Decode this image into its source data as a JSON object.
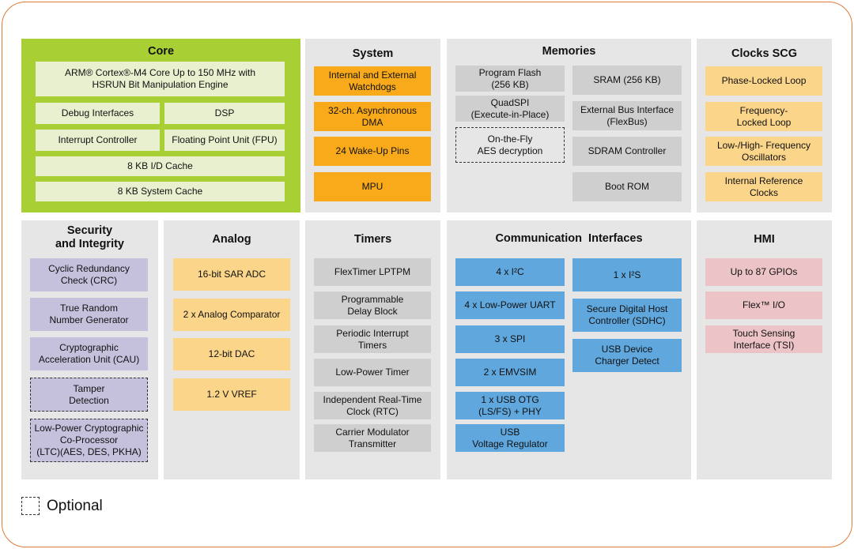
{
  "core": {
    "title": "Core",
    "boxes": [
      "ARM® Cortex®-M4 Core Up to 150 MHz with\nHSRUN Bit Manipulation Engine",
      "Debug Interfaces",
      "DSP",
      "Interrupt Controller",
      "Floating Point Unit (FPU)",
      "8 KB I/D Cache",
      "8 KB System Cache"
    ]
  },
  "system": {
    "title": "System",
    "boxes": [
      "Internal and External\nWatchdogs",
      "32-ch. Asynchronous\nDMA",
      "24 Wake-Up Pins",
      "MPU"
    ]
  },
  "memories": {
    "title": "Memories",
    "boxes": [
      "Program Flash\n(256 KB)",
      "QuadSPI\n(Execute-in-Place)",
      "On-the-Fly\nAES decryption",
      "SRAM (256 KB)",
      "External Bus Interface\n(FlexBus)",
      "SDRAM Controller",
      "Boot ROM"
    ]
  },
  "clocks": {
    "title": "Clocks SCG",
    "boxes": [
      "Phase-Locked Loop",
      "Frequency-\nLocked Loop",
      "Low-/High- Frequency\nOscillators",
      "Internal Reference\nClocks"
    ]
  },
  "security": {
    "title": "Security\nand Integrity",
    "boxes": [
      "Cyclic Redundancy\nCheck (CRC)",
      "True Random\nNumber Generator",
      "Cryptographic\nAcceleration Unit (CAU)",
      "Tamper\nDetection",
      "Low-Power Cryptographic\nCo-Processor\n(LTC)(AES, DES, PKHA)"
    ]
  },
  "analog": {
    "title": "Analog",
    "boxes": [
      "16-bit SAR ADC",
      "2 x Analog Comparator",
      "12-bit DAC",
      "1.2 V VREF"
    ]
  },
  "timers": {
    "title": "Timers",
    "boxes": [
      "FlexTimer LPTPM",
      "Programmable\nDelay Block",
      "Periodic Interrupt\nTimers",
      "Low-Power Timer",
      "Independent Real-Time\nClock (RTC)",
      "Carrier Modulator\nTransmitter"
    ]
  },
  "comm": {
    "title": "Communication  Interfaces",
    "boxes": [
      "4 x I²C",
      "4 x Low-Power UART",
      "3 x SPI",
      "2 x EMVSIM",
      "1 x USB OTG\n(LS/FS) + PHY",
      "USB\nVoltage Regulator",
      "1 x I²S",
      "Secure Digital Host\nController (SDHC)",
      "USB Device\nCharger Detect"
    ]
  },
  "hmi": {
    "title": "HMI",
    "boxes": [
      "Up to 87 GPIOs",
      "Flex™ I/O",
      "Touch Sensing\nInterface (TSI)"
    ]
  },
  "legend": {
    "label": "Optional"
  },
  "colors": {
    "core_green": "#a8d034",
    "system_orange": "#f9aa1a",
    "analog_clock_tan": "#fbd58a",
    "comm_blue": "#5fa7dd",
    "security_lavender": "#c5c1dd",
    "hmi_pink": "#ecc4c7",
    "panel_gray": "#e6e6e6",
    "frame_orange": "#e07b39"
  }
}
